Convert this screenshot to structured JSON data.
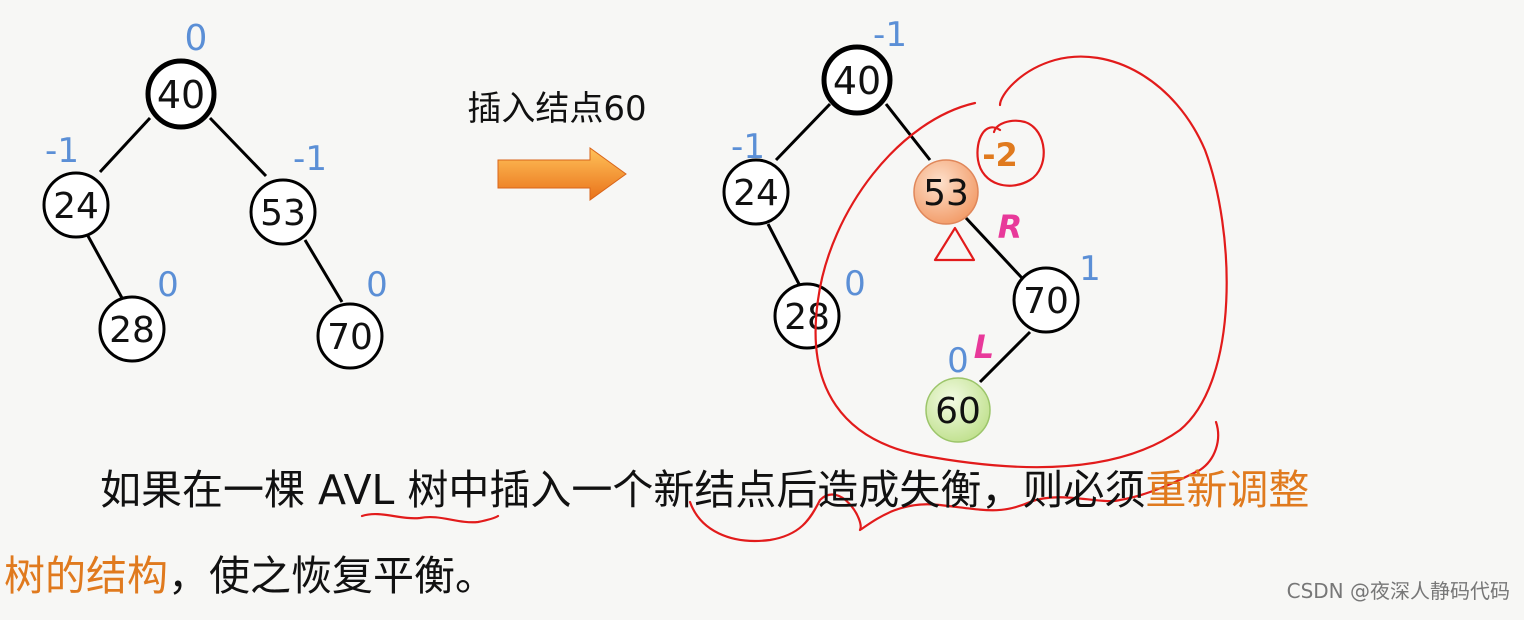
{
  "left_tree": {
    "nodes": [
      {
        "id": "n40",
        "label": "40",
        "bf": "0"
      },
      {
        "id": "n24",
        "label": "24",
        "bf": "-1"
      },
      {
        "id": "n53",
        "label": "53",
        "bf": "-1"
      },
      {
        "id": "n28",
        "label": "28",
        "bf": "0"
      },
      {
        "id": "n70",
        "label": "70",
        "bf": "0"
      }
    ]
  },
  "arrow_label": "插入结点60",
  "right_tree": {
    "nodes": [
      {
        "id": "r40",
        "label": "40",
        "bf": "-1"
      },
      {
        "id": "r24",
        "label": "24",
        "bf": "-1"
      },
      {
        "id": "r53",
        "label": "53",
        "bf": "-2"
      },
      {
        "id": "r28",
        "label": "28",
        "bf": "0"
      },
      {
        "id": "r70",
        "label": "70",
        "bf": "1"
      },
      {
        "id": "r60",
        "label": "60",
        "bf": "0"
      }
    ],
    "edge_labels": {
      "r": "R",
      "l": "L"
    }
  },
  "caption": {
    "line1_before": "如果在一棵 AVL 树中插入一个新结点后造成失衡，则必须",
    "line1_highlight": "重新调整",
    "line2_highlight": "树的结构",
    "line2_after": "，使之恢复平衡。"
  },
  "watermark": "CSDN @夜深人静码代码",
  "colors": {
    "bf_blue": "#5b8fd6",
    "bf_orange": "#e07a1e",
    "node_53_fill": "#f4a77a",
    "node_60_fill": "#cfe9a6",
    "label_pink": "#e8399a",
    "annot_red": "#e21b1b",
    "arrow_orange": "#f08a1c",
    "highlight": "#e07a1e"
  }
}
